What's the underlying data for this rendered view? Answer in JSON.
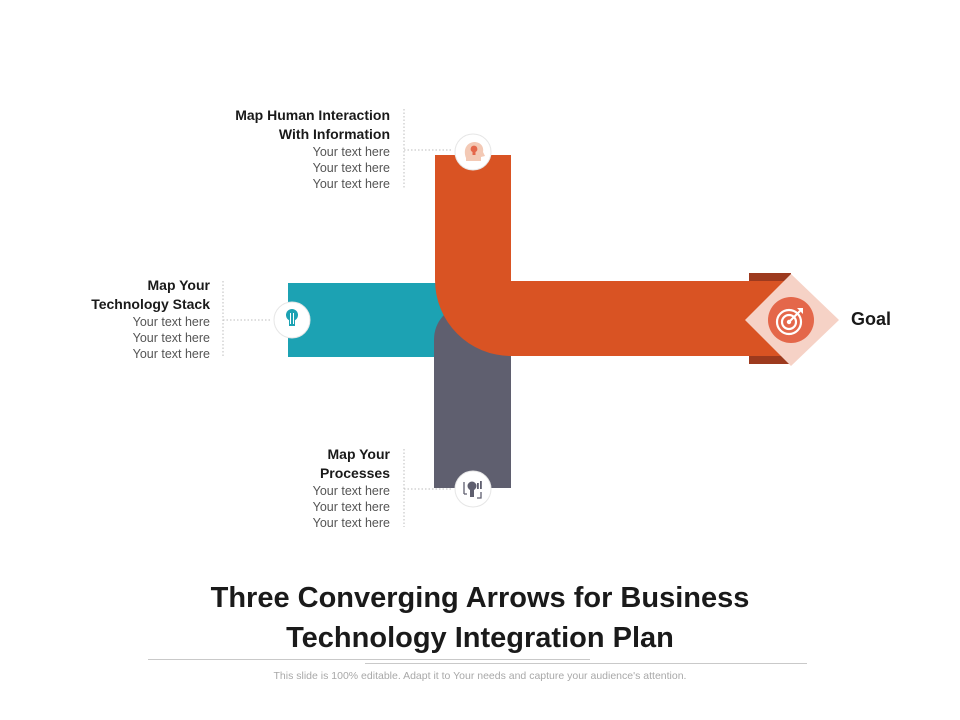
{
  "steps": [
    {
      "title_lines": [
        "Map Human Interaction",
        "With Information"
      ],
      "body_lines": [
        "Your text here",
        "Your text here",
        "Your text here"
      ],
      "icon": "lightbulb-head-icon",
      "arrow_color": "#d95323"
    },
    {
      "title_lines": [
        "Map Your",
        "Technology Stack"
      ],
      "body_lines": [
        "Your text here",
        "Your text here",
        "Your text here"
      ],
      "icon": "lightbulb-icon",
      "arrow_color": "#1ca2b3"
    },
    {
      "title_lines": [
        "Map Your",
        "Processes"
      ],
      "body_lines": [
        "Your text here",
        "Your text here",
        "Your text here"
      ],
      "icon": "process-icon",
      "arrow_color": "#5f5f6f"
    }
  ],
  "goal": {
    "label": "Goal",
    "icon": "target-icon",
    "accent_color": "#e4674a",
    "diamond_color": "#f6d2c6"
  },
  "title_lines": [
    "Three Converging Arrows for Business",
    "Technology Integration Plan"
  ],
  "footer_note": "This slide is 100% editable. Adapt it to Your needs and capture your audience's attention."
}
